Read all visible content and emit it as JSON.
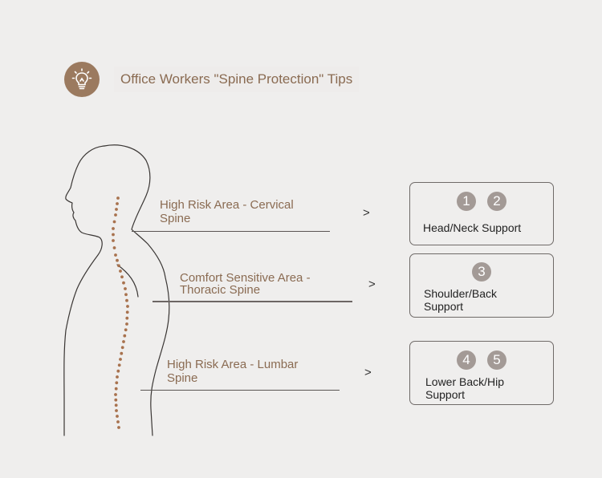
{
  "header": {
    "icon": "lightbulb-icon",
    "title": "Office Workers \"Spine Protection\" Tips",
    "icon_color": "#9b7a5f"
  },
  "areas": [
    {
      "line1": "High Risk Area - Cervical",
      "line2": "Spine",
      "arrow": ">"
    },
    {
      "line1": "Comfort Sensitive Area -",
      "line2": "Thoracic Spine",
      "arrow": ">"
    },
    {
      "line1": "High Risk Area - Lumbar",
      "line2": "Spine",
      "arrow": ">"
    }
  ],
  "cards": [
    {
      "numbers": [
        "1",
        "2"
      ],
      "line1": "Head/Neck Support",
      "line2": ""
    },
    {
      "numbers": [
        "3"
      ],
      "line1": "Shoulder/Back",
      "line2": "Support"
    },
    {
      "numbers": [
        "4",
        "5"
      ],
      "line1": "Lower Back/Hip",
      "line2": "Support"
    }
  ],
  "colors": {
    "accent": "#8a6b52",
    "spine_dots": "#a8724e",
    "badge": "#a39a96",
    "background": "#efeeed"
  }
}
